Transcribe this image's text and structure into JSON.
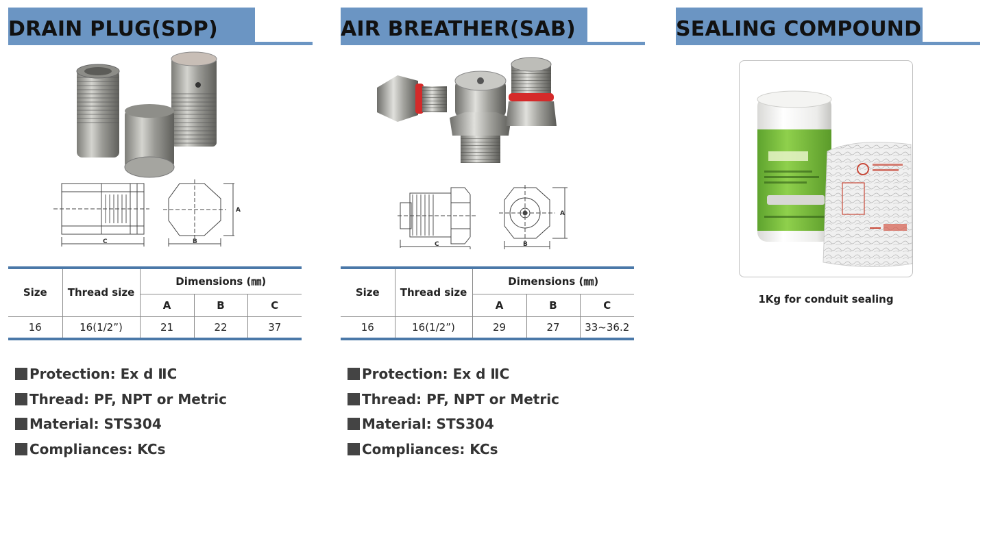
{
  "sections": [
    {
      "title": "DRAIN PLUG(SDP)",
      "table": {
        "headers": {
          "size": "Size",
          "thread": "Thread size",
          "dimensions": "Dimensions (㎜)",
          "a": "A",
          "b": "B",
          "c": "C"
        },
        "row": {
          "size": "16",
          "thread": "16(1/2”)",
          "a": "21",
          "b": "22",
          "c": "37"
        }
      },
      "drawing_labels": {
        "a": "A",
        "b": "B",
        "c": "C"
      },
      "features": [
        "Protection: Ex d ⅡC",
        "Thread: PF, NPT or Metric",
        "Material: STS304",
        "Compliances: KCs"
      ]
    },
    {
      "title": "AIR BREATHER(SAB)",
      "table": {
        "headers": {
          "size": "Size",
          "thread": "Thread size",
          "dimensions": "Dimensions (㎜)",
          "a": "A",
          "b": "B",
          "c": "C"
        },
        "row": {
          "size": "16",
          "thread": "16(1/2”)",
          "a": "29",
          "b": "27",
          "c": "33~36.2"
        }
      },
      "drawing_labels": {
        "a": "A",
        "b": "B",
        "c": "C"
      },
      "features": [
        "Protection: Ex d ⅡC",
        "Thread: PF, NPT or Metric",
        "Material: STS304",
        "Compliances: KCs"
      ]
    },
    {
      "title": "SEALING COMPOUND",
      "caption": "1Kg for conduit sealing"
    }
  ],
  "colors": {
    "accent": "#6b95c3",
    "table_rule": "#4a78a8",
    "steel": "#a9a9a5",
    "red_seal": "#d42a2a",
    "label_green": "#7fc241"
  }
}
